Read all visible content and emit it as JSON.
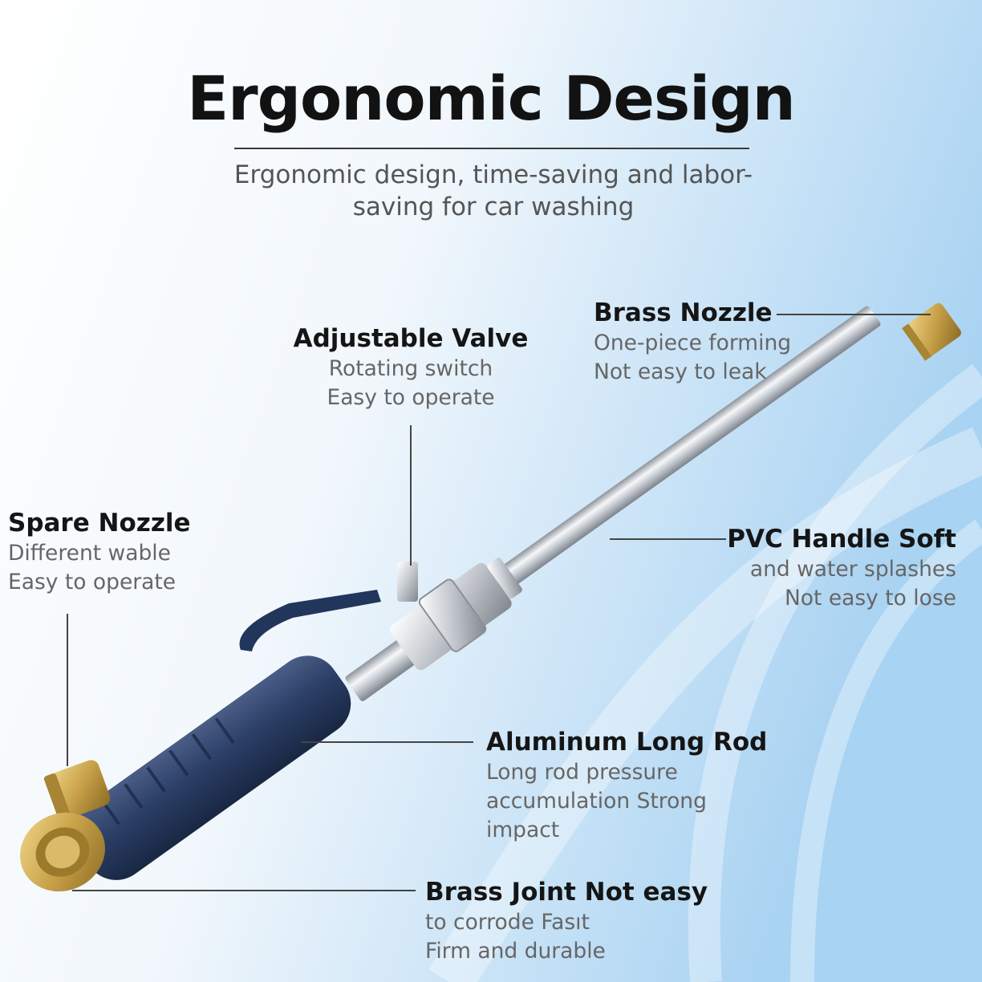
{
  "title": "Ergonomic Design",
  "subtitle": "Ergonomic design, time-saving and labor-saving for car washing",
  "colors": {
    "background_light": "#ffffff",
    "background_blue": "#a9d3f2",
    "handle_navy": "#2b3e66",
    "brass": "#c9a24a",
    "steel": "#c8ccd2",
    "leader_line": "#444444"
  },
  "callouts": {
    "brass_nozzle": {
      "heading": "Brass Nozzle",
      "lines": [
        "One-piece forming",
        "Not easy to leak"
      ]
    },
    "adjustable_valve": {
      "heading": "Adjustable Valve",
      "lines": [
        "Rotating switch",
        "Easy to operate"
      ]
    },
    "spare_nozzle": {
      "heading": "Spare Nozzle",
      "lines": [
        "Different wable",
        "Easy to operate"
      ]
    },
    "pvc_handle": {
      "heading": "PVC Handle Soft",
      "lines": [
        "and water splashes",
        "Not easy to lose"
      ]
    },
    "aluminum_rod": {
      "heading": "Aluminum Long Rod",
      "lines": [
        "Long rod pressure",
        "accumulation Strong",
        "impact"
      ]
    },
    "brass_joint": {
      "heading": "Brass Joint Not easy",
      "lines": [
        "to corrode Fasıt",
        "Firm and durable"
      ]
    }
  }
}
